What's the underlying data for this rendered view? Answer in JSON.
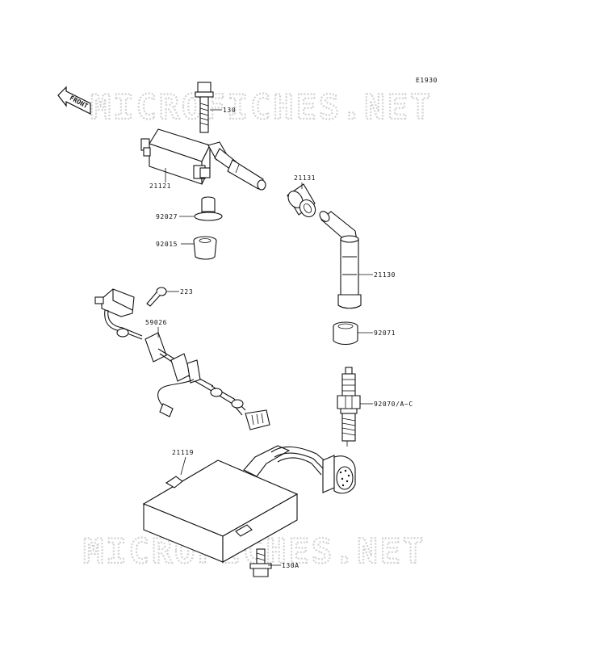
{
  "diagram_code": "E1930",
  "front_label": "FRONT",
  "watermark_text": "MICROFICHES.NET",
  "callouts": [
    {
      "id": "130",
      "label": "130"
    },
    {
      "id": "21121",
      "label": "21121"
    },
    {
      "id": "92027",
      "label": "92027"
    },
    {
      "id": "92015",
      "label": "92015"
    },
    {
      "id": "21131",
      "label": "21131"
    },
    {
      "id": "21130",
      "label": "21130"
    },
    {
      "id": "223",
      "label": "223"
    },
    {
      "id": "59026",
      "label": "59026"
    },
    {
      "id": "92071",
      "label": "92071"
    },
    {
      "id": "92070",
      "label": "92070/A~C"
    },
    {
      "id": "21119",
      "label": "21119"
    },
    {
      "id": "130A",
      "label": "130A"
    }
  ]
}
